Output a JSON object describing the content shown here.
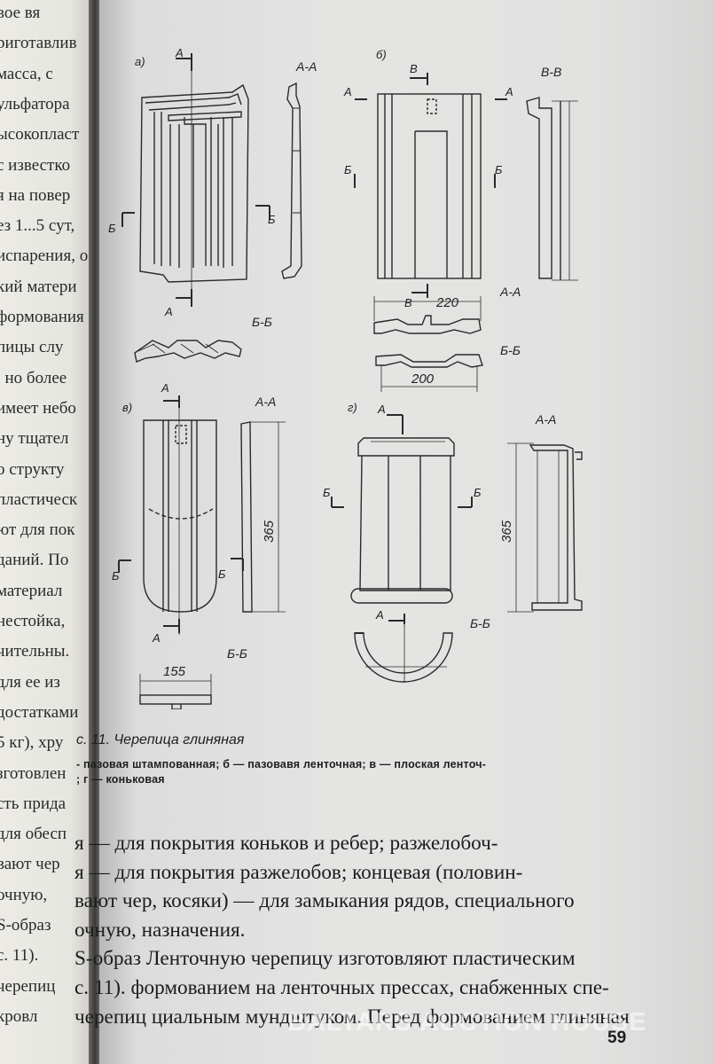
{
  "left_page": {
    "fragments": [
      "вое вя",
      "риготавлив",
      "масса, с",
      "ульфатора",
      "ысокопласт",
      "с известко",
      "я на повер",
      "ез 1...5 сут,",
      "испарения, о",
      "кий матери",
      "формования",
      "пицы слу",
      ", но более",
      "имеет небо",
      "ну тщател",
      "о структу",
      "пластическ",
      "ют для пок",
      "даний. По",
      "материал",
      "нестойка,",
      "чительны.",
      "для ее из",
      "достатками",
      "5 кг), хру",
      "зготовлен",
      "сть прида",
      "для обесп",
      "вают чер",
      "очную,",
      "S-образ",
      "с. 11).",
      "черепиц",
      "кровл"
    ]
  },
  "figure": {
    "panel_a": {
      "label": "а)",
      "section_aa": "А-А",
      "section_bb": "Б-Б",
      "mark_a": "А",
      "mark_b": "Б"
    },
    "panel_b": {
      "label": "б)",
      "section_vv": "В-В",
      "section_aa": "А-А",
      "section_bb": "Б-Б",
      "mark_a": "А",
      "mark_b": "Б",
      "mark_v": "В",
      "dim_aa": "220",
      "dim_bb": "200"
    },
    "panel_v": {
      "label": "в)",
      "section_aa": "А-А",
      "section_bb": "Б-Б",
      "mark_a": "А",
      "mark_b": "Б",
      "dim_height": "365",
      "dim_width": "155"
    },
    "panel_g": {
      "label": "г)",
      "section_aa": "А-А",
      "section_bb": "Б-Б",
      "mark_a": "А",
      "mark_b": "Б",
      "dim_height": "365"
    }
  },
  "caption": {
    "title": "с. 11. Черепица глиняная",
    "legend_line1": "- пазовая штампованная; б — пазовавя ленточная; в — плоская ленточ-",
    "legend_line2": "; г — коньковая"
  },
  "body": {
    "lines": [
      "я — для покрытия  коньков и ребер;  разжелобоч-",
      "я — для покрытия разжелобов; концевая (половин-",
      "вают чер, косяки) — для замыкания рядов, специального",
      "очную,  назначения.",
      "S-образ  Ленточную черепицу изготовляют пластическим",
      "с. 11). формованием на ленточных прессах, снабженных спе-",
      "черепиц циальным мундштуком. Перед формованием глиняная"
    ]
  },
  "watermark": "BALTARS AUCTION HOUSE",
  "page_number": "59"
}
